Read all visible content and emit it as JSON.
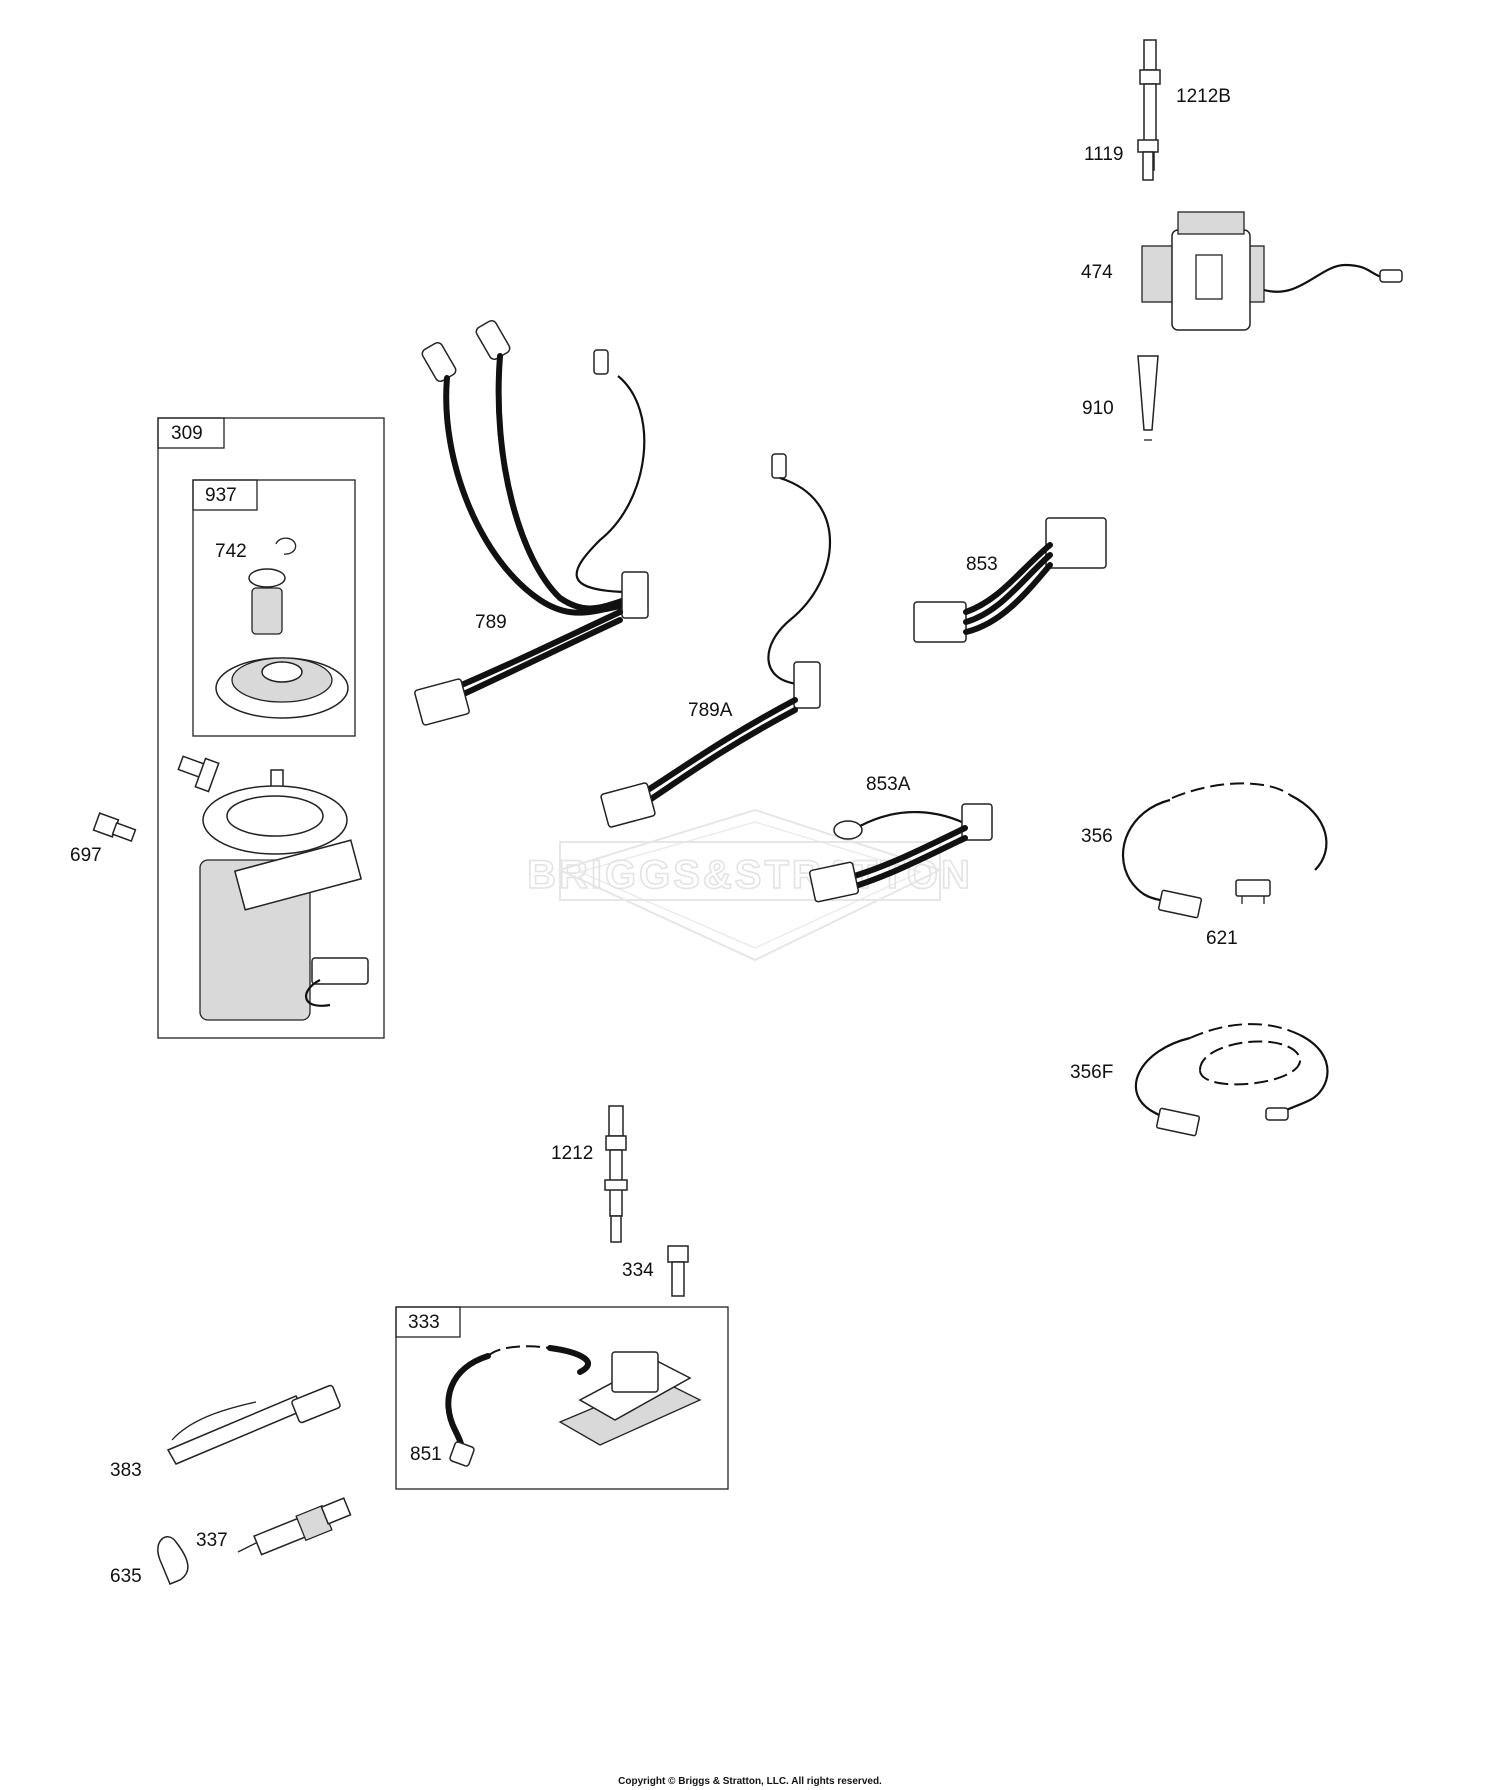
{
  "diagram": {
    "watermark": "BRIGGS&STRATTON",
    "copyright": "Copyright © Briggs & Stratton, LLC. All rights reserved.",
    "groups": {
      "starter_assembly": "309",
      "pinion_assembly": "937",
      "armature_assembly": "333"
    },
    "parts": {
      "p1212B": "1212B",
      "p1119": "1119",
      "p474": "474",
      "p910": "910",
      "p853": "853",
      "p789": "789",
      "p789A": "789A",
      "p853A": "853A",
      "p742": "742",
      "p697": "697",
      "p356": "356",
      "p621": "621",
      "p356F": "356F",
      "p1212": "1212",
      "p334": "334",
      "p851": "851",
      "p383": "383",
      "p337": "337",
      "p635": "635"
    }
  }
}
